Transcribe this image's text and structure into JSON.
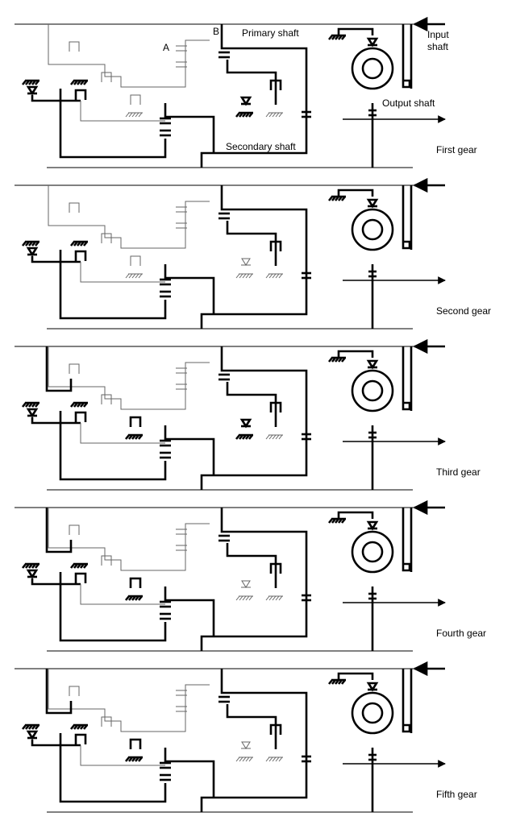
{
  "labels": {
    "point_a": "A",
    "point_b": "B",
    "primary_shaft": "Primary shaft",
    "input_shaft_line1": "Input",
    "input_shaft_line2": "shaft",
    "output_shaft": "Output shaft",
    "secondary_shaft": "Secondary shaft"
  },
  "panels": [
    {
      "caption": "First gear"
    },
    {
      "caption": "Second gear"
    },
    {
      "caption": "Third gear"
    },
    {
      "caption": "Fourth gear"
    },
    {
      "caption": "Fifth gear"
    }
  ],
  "colors": {
    "active": "#000000",
    "inactive": "#666666"
  }
}
